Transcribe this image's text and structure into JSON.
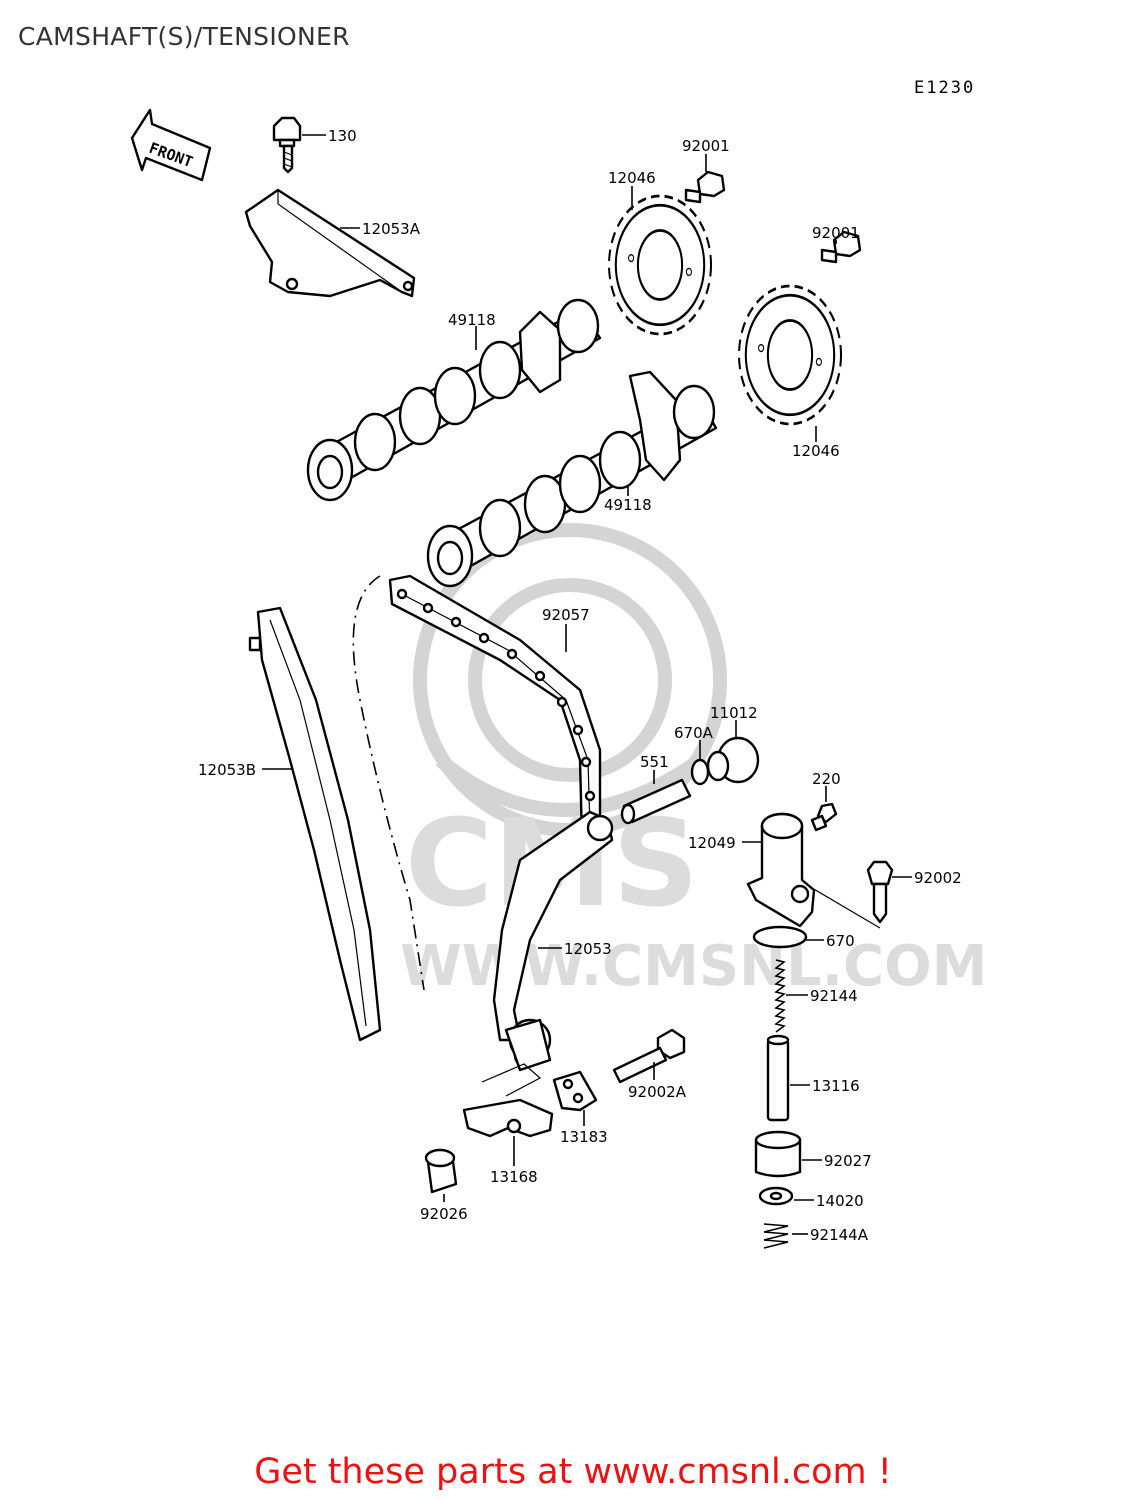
{
  "page": {
    "title": "CAMSHAFT(S)/TENSIONER",
    "figure_code": "E1230"
  },
  "diagram": {
    "direction_arrow": "FRONT",
    "watermark": {
      "brand": "CMS",
      "url": "WWW.CMSNL.COM"
    },
    "callouts": [
      "130",
      "12053A",
      "92001",
      "12046",
      "92001",
      "49118",
      "12046",
      "49118",
      "92057",
      "12053B",
      "11012",
      "670A",
      "551",
      "220",
      "12049",
      "92002",
      "670",
      "12053",
      "92144",
      "13116",
      "92002A",
      "13183",
      "13168",
      "92027",
      "14020",
      "92026",
      "92144A"
    ]
  },
  "footer": {
    "text": "Get these parts at www.cmsnl.com !"
  },
  "colors": {
    "footer_text": "#ee1111",
    "title_text": "#333333",
    "watermark": "#d4d4d4"
  }
}
